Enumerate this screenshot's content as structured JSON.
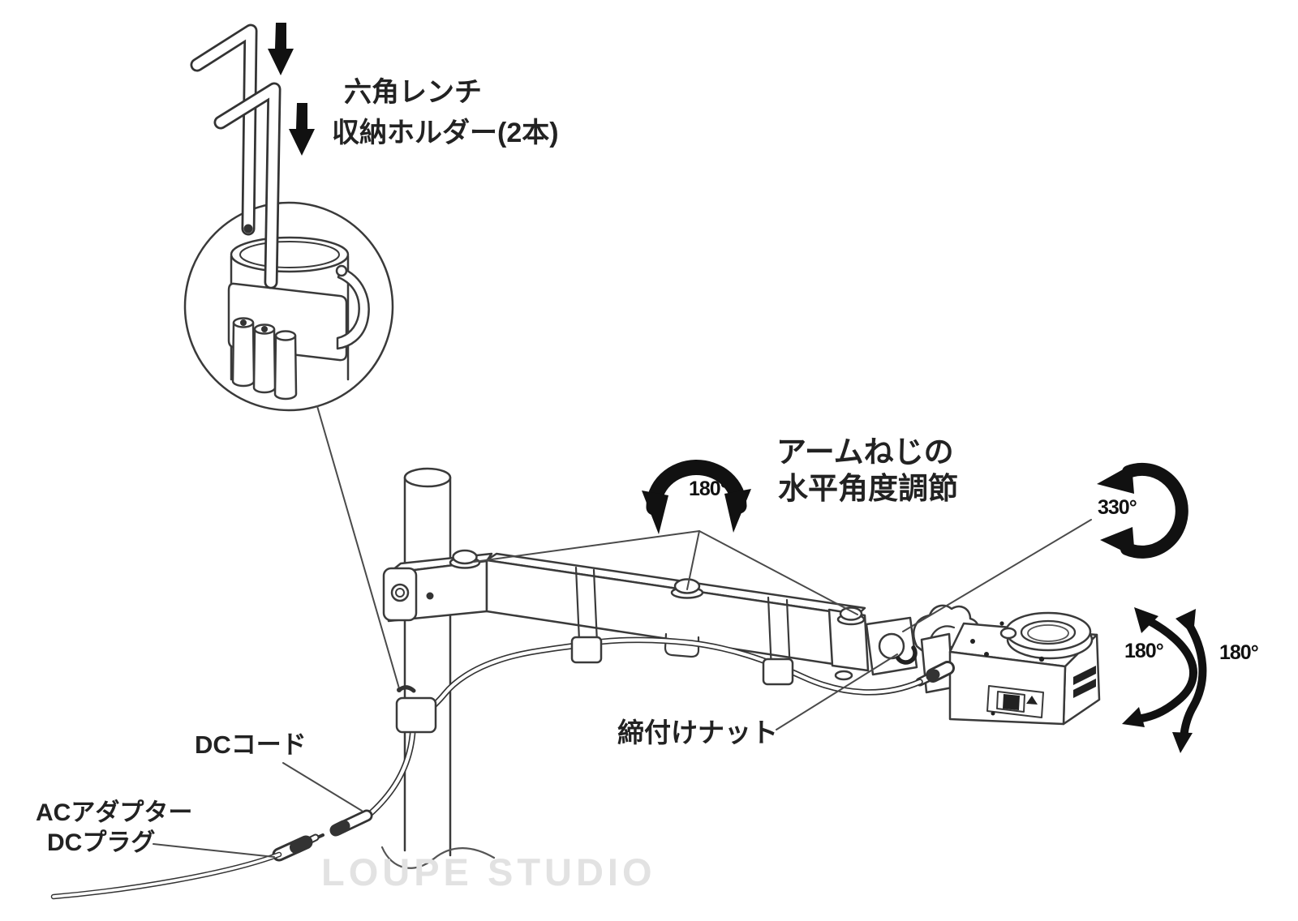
{
  "diagram": {
    "description": "magnifier-arm-assembly-instruction-diagram",
    "colors": {
      "line": "#3a3a3a",
      "arrow": "#111111",
      "text": "#222222",
      "watermark": "#e2e2e2"
    }
  },
  "labels": {
    "hex_wrench": {
      "line1": "六角レンチ",
      "line2": "収納ホルダー(2本)"
    },
    "arm_screw": {
      "line1": "アームねじの",
      "line2": "水平角度調節"
    },
    "tightening_nut": "締付けナット",
    "dc_cord": "DCコード",
    "ac_adapter": "ACアダプター",
    "dc_plug": "DCプラグ"
  },
  "angles": {
    "arm_swing": "180°",
    "head_rotate": "330°",
    "tilt_left": "180°",
    "tilt_right": "180°"
  },
  "watermark": {
    "text": "LOUPE STUDIO"
  }
}
